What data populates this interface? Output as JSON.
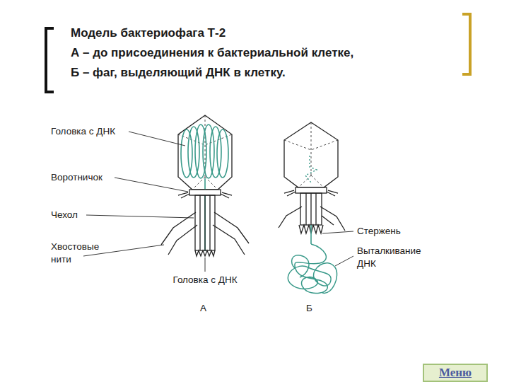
{
  "diagram": {
    "title": "Модель бактериофага Т-2",
    "nodes": [
      {
        "text": [
          "Меню"
        ]
      }
    ],
    "labels": [
      "А – до присоединения к бактериальной клетке,",
      "Б – фаг, выделяющий ДНК в клетку.",
      "Головка с ДНК",
      "Воротничок",
      "Чехол",
      "Хвостовые нити",
      "Головка с ДНК",
      "Стержень",
      "Выталкивание ДНК",
      "А",
      "Б"
    ]
  }
}
